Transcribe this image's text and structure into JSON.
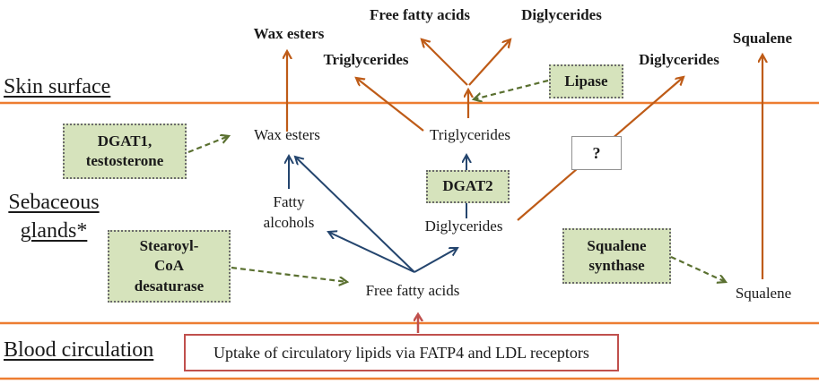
{
  "regions": {
    "skin_surface": "Skin surface",
    "sebaceous_glands_line1": "Sebaceous",
    "sebaceous_glands_line2": "glands*",
    "blood_circulation": "Blood circulation"
  },
  "surface_labels": {
    "wax_esters": "Wax esters",
    "free_fatty_acids": "Free fatty acids",
    "diglycerides_center": "Diglycerides",
    "triglycerides": "Triglycerides",
    "diglycerides_right": "Diglycerides",
    "squalene": "Squalene"
  },
  "gland_labels": {
    "wax_esters": "Wax esters",
    "triglycerides": "Triglycerides",
    "fatty_alcohols_line1": "Fatty",
    "fatty_alcohols_line2": "alcohols",
    "diglycerides": "Diglycerides",
    "free_fatty_acids": "Free fatty acids",
    "squalene": "Squalene"
  },
  "enzyme_boxes": {
    "dgat1": {
      "line1": "DGAT1,",
      "line2": "testosterone"
    },
    "lipase": {
      "label": "Lipase"
    },
    "dgat2": {
      "label": "DGAT2"
    },
    "stearoyl_coa_desaturase": {
      "line1": "Stearoyl-",
      "line2": "CoA",
      "line3": "desaturase"
    },
    "squalene_synthase": {
      "line1": "Squalene",
      "line2": "synthase"
    }
  },
  "unknown_box": {
    "label": "?"
  },
  "uptake_box": {
    "label": "Uptake of circulatory lipids via FATP4 and LDL receptors"
  },
  "colors": {
    "membrane_line": "#ED7D31",
    "secretion_arrow": "#BE5B17",
    "synthesis_arrow": "#24456E",
    "enzyme_arrow": "#5A7030",
    "uptake_arrow": "#C0504D",
    "enzyme_box_fill": "#D6E3BC",
    "uptake_box_border": "#C0504D"
  }
}
